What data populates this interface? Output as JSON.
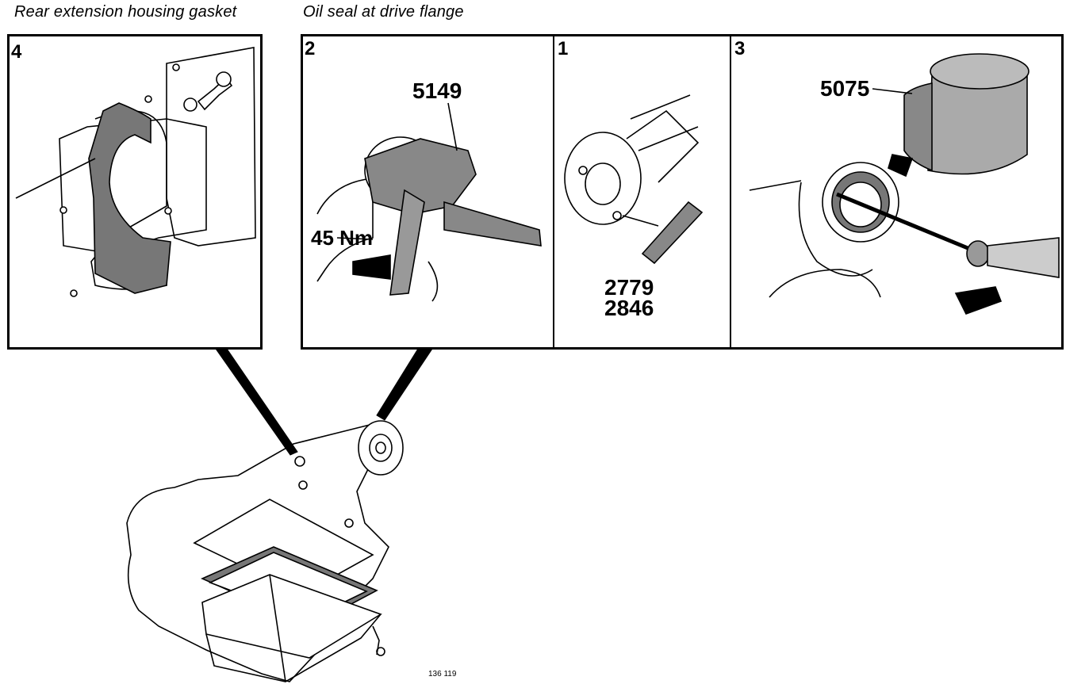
{
  "captions": {
    "left": "Rear extension housing gasket",
    "right": "Oil seal at drive flange"
  },
  "panels": [
    {
      "number": "4"
    },
    {
      "number": "2",
      "callouts": [
        "5149",
        "45 Nm"
      ]
    },
    {
      "number": "1",
      "callouts": [
        "2779",
        "2846"
      ]
    },
    {
      "number": "3",
      "callouts": [
        "5075"
      ]
    }
  ],
  "figure_number": "136 119"
}
